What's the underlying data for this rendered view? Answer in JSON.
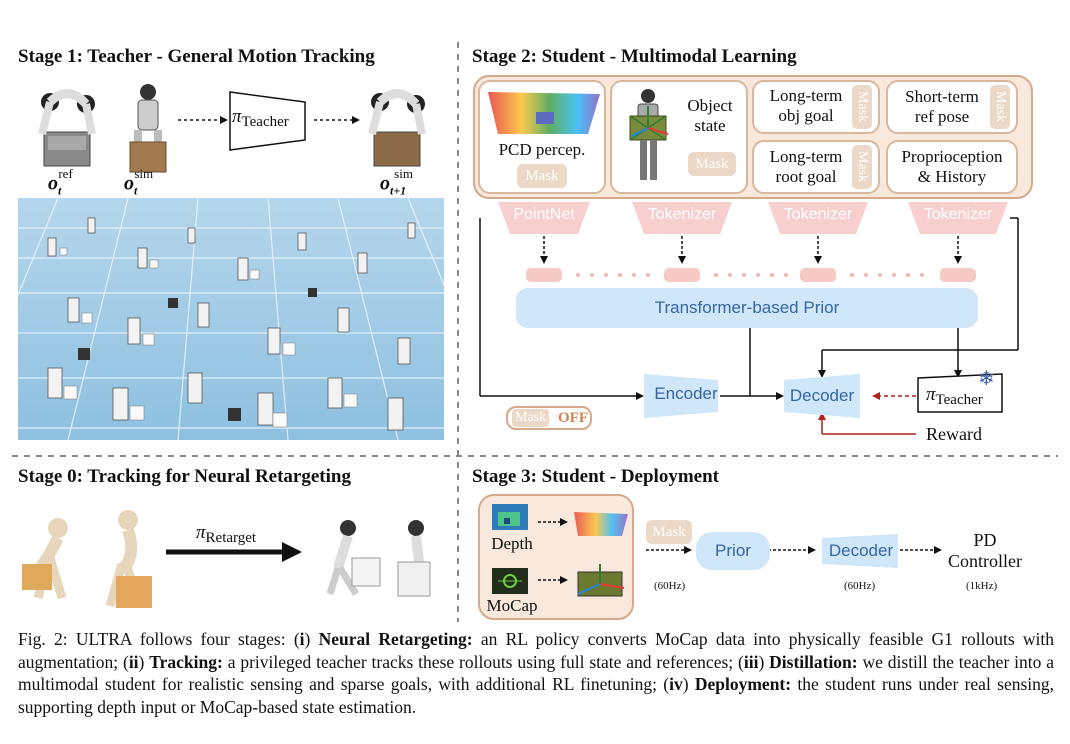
{
  "stage1": {
    "title": "Stage 1: Teacher - General Motion Tracking",
    "o_ref": "o",
    "o_ref_sub": "t",
    "o_ref_sup": "ref",
    "o_sim": "o",
    "o_sim_sub": "t",
    "o_sim_sup": "sim",
    "o_next": "o",
    "o_next_sub": "t+1",
    "o_next_sup": "sim",
    "policy_pi": "π",
    "policy_sub": "Teacher"
  },
  "stage2": {
    "title": "Stage 2: Student - Multimodal Learning",
    "pcd_label": "PCD percep.",
    "object_state": "Object\nstate",
    "long_obj": "Long-term\nobj goal",
    "long_root": "Long-term\nroot goal",
    "short_ref": "Short-term\nref pose",
    "proprio": "Proprioception\n& History",
    "mask": "Mask",
    "pointnet": "PointNet",
    "tokenizer": "Tokenizer",
    "prior": "Transformer-based Prior",
    "encoder": "Encoder",
    "decoder": "Decoder",
    "teacher_pi": "π",
    "teacher_sub": "Teacher",
    "reward": "Reward",
    "mask_off_mask": "Mask",
    "mask_off_off": "OFF",
    "snowflake": "❄"
  },
  "stage0": {
    "title": "Stage 0: Tracking for Neural Retargeting",
    "pi": "π",
    "sub": "Retarget"
  },
  "stage3": {
    "title": "Stage 3: Student - Deployment",
    "depth": "Depth",
    "mocap": "MoCap",
    "mask": "Mask",
    "prior": "Prior",
    "decoder": "Decoder",
    "pd": "PD\nController",
    "hz1": "(60Hz)",
    "hz2": "(60Hz)",
    "hz3": "(1kHz)"
  },
  "caption": {
    "p1": "Fig. 2: ULTRA follows four stages: (",
    "i": "i",
    "p2": ") ",
    "b1": "Neural Retargeting:",
    "p3": " an RL policy converts MoCap data into physically feasible G1 rollouts with augmentation; (",
    "ii": "ii",
    "p4": ") ",
    "b2": "Tracking:",
    "p5": " a privileged teacher tracks these rollouts using full state and references; (",
    "iii": "iii",
    "p6": ") ",
    "b3": "Distillation:",
    "p7": " we distill the teacher into a multimodal student for realistic sensing and sparse goals, with additional RL finetuning; (",
    "iv": "iv",
    "p8": ") ",
    "b4": "Deployment:",
    "p9": " the student runs under real sensing, supporting depth input or MoCap-based state estimation."
  },
  "colors": {
    "accent_border": "#d6a98c",
    "accent_fill": "#f9e9dc",
    "blue": "#cfe7f8",
    "blue_text": "#3566a6",
    "red_arrow": "#b0201a"
  }
}
